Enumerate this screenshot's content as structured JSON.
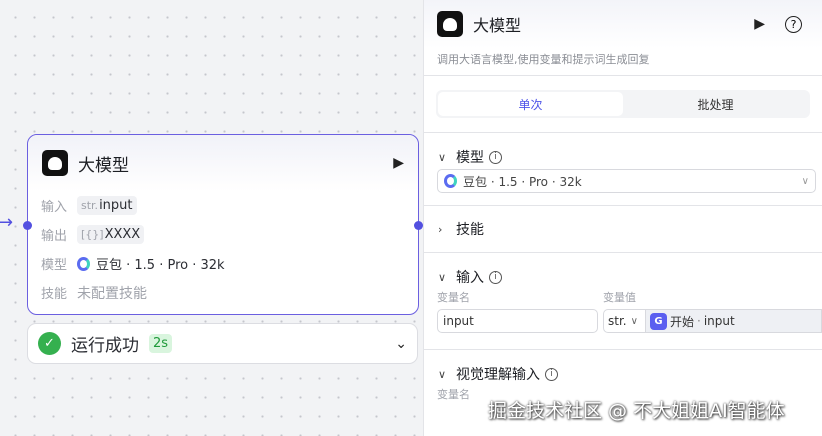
{
  "node": {
    "title": "大模型",
    "rows": [
      {
        "label": "输入",
        "type": "str.",
        "value": "input"
      },
      {
        "label": "输出",
        "type": "[{}]",
        "value": "XXXX"
      },
      {
        "label": "模型",
        "value": "豆包 · 1.5 · Pro · 32k"
      },
      {
        "label": "技能",
        "value": "未配置技能"
      }
    ]
  },
  "status": {
    "text": "运行成功",
    "time": "2s"
  },
  "panel": {
    "title": "大模型",
    "description": "调用大语言模型,使用变量和提示词生成回复",
    "tabs": [
      "单次",
      "批处理"
    ],
    "model_section": "模型",
    "model_value": "豆包 · 1.5 · Pro · 32k",
    "skills_section": "技能",
    "input_section": "输入",
    "col_name": "变量名",
    "col_value": "变量值",
    "input_name": "input",
    "input_type": "str.",
    "input_ref_source": "开始",
    "input_ref_var": "input",
    "vision_section": "视觉理解输入",
    "vision_col_name": "变量名"
  },
  "watermark": "掘金技术社区 @ 不大姐姐AI智能体",
  "colors": {
    "accent": "#4d53e8",
    "node_border": "#6b5fe0",
    "success": "#35b04f"
  }
}
